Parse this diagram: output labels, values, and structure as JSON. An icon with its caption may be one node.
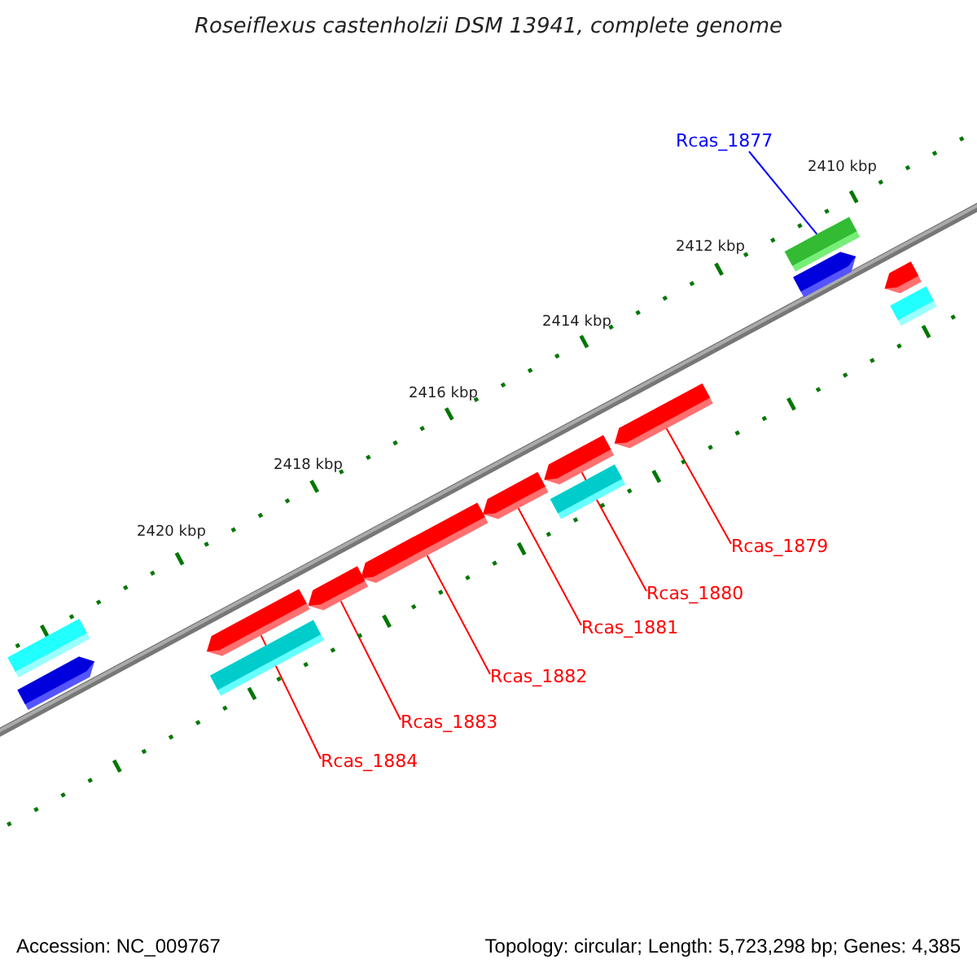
{
  "diagram": {
    "title": "Roseiflexus castenholzii DSM 13941, complete genome",
    "nodes": [
      {
        "text": [
          "Rcas_1877"
        ]
      },
      {
        "text": [],
        "shape": "bar"
      },
      {
        "text": [],
        "shape": "arrow"
      },
      {
        "text": [
          "Rcas_1879"
        ]
      },
      {
        "text": [],
        "shape": "arrow"
      },
      {
        "text": [
          "Rcas_1880"
        ]
      },
      {
        "text": [],
        "shape": "arrow"
      },
      {
        "text": [
          "Rcas_1881"
        ]
      },
      {
        "text": [],
        "shape": "arrow"
      },
      {
        "text": [
          "Rcas_1882"
        ]
      },
      {
        "text": [],
        "shape": "arrow"
      },
      {
        "text": [
          "Rcas_1883"
        ]
      },
      {
        "text": [],
        "shape": "arrow"
      },
      {
        "text": [
          "Rcas_1884"
        ]
      }
    ],
    "edges": [
      {
        "from": 0,
        "to": 1,
        "arrow": "none",
        "color": "#0000ff"
      },
      {
        "from": 3,
        "to": 2,
        "arrow": "none"
      },
      {
        "from": 5,
        "to": 4,
        "arrow": "none"
      },
      {
        "from": 7,
        "to": 6,
        "arrow": "none"
      },
      {
        "from": 9,
        "to": 8,
        "arrow": "none"
      },
      {
        "from": 11,
        "to": 10,
        "arrow": "none"
      },
      {
        "from": 13,
        "to": 12,
        "arrow": "none"
      }
    ],
    "labels": [
      "2410 kbp",
      "2412 kbp",
      "2414 kbp",
      "2416 kbp",
      "2418 kbp",
      "2420 kbp",
      "Accession: NC_009767",
      "Topology: circular; Length: 5,723,298 bp; Genes: 4,385"
    ]
  }
}
